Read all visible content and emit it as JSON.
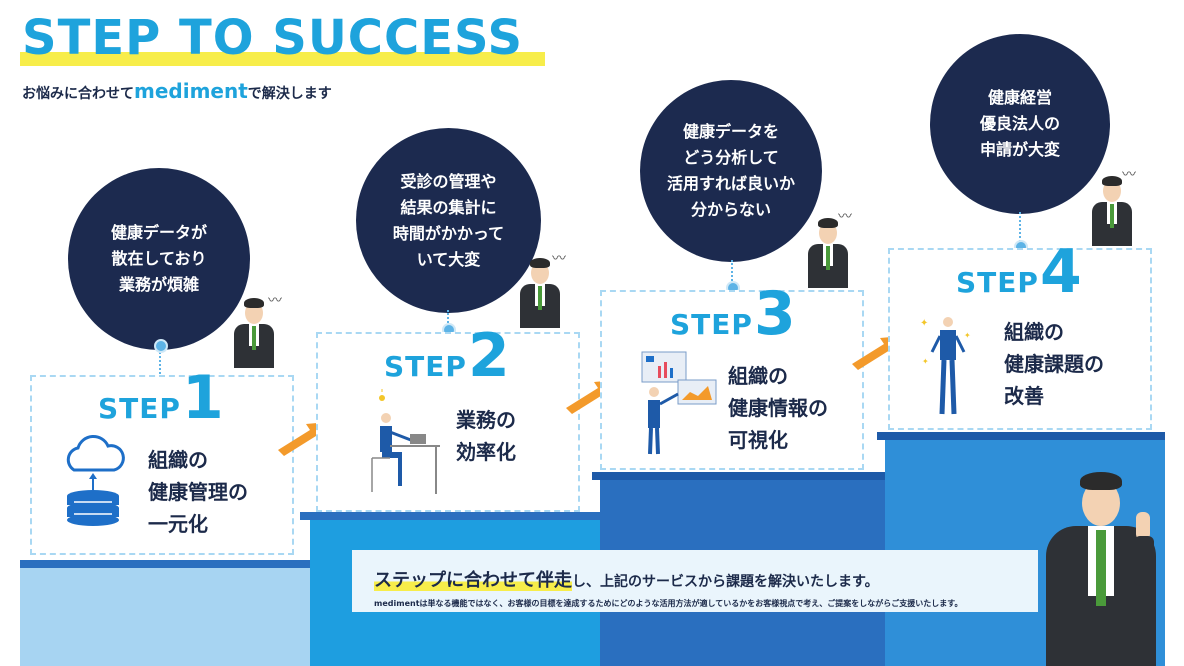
{
  "header": {
    "title": "STEP TO SUCCESS",
    "subtitle_pre": "お悩みに合わせて",
    "brand": "mediment",
    "subtitle_post": "で解決します"
  },
  "steps": [
    {
      "word": "STEP",
      "number": "1",
      "bubble": "健康データが\n散在しており\n業務が煩雑",
      "text": "組織の\n健康管理の\n一元化",
      "icon": "cloud-database-icon"
    },
    {
      "word": "STEP",
      "number": "2",
      "bubble": "受診の管理や\n結果の集計に\n時間がかかって\nいて大変",
      "text": "業務の\n効率化",
      "icon": "desk-worker-icon"
    },
    {
      "word": "STEP",
      "number": "3",
      "bubble": "健康データを\nどう分析して\n活用すれば良いか\n分からない",
      "text": "組織の\n健康情報の\n可視化",
      "icon": "presentation-chart-icon"
    },
    {
      "word": "STEP",
      "number": "4",
      "bubble": "健康経営\n優良法人の\n申請が大変",
      "text": "組織の\n健康課題の\n改善",
      "icon": "success-person-icon"
    }
  ],
  "footer": {
    "tagline_hl": "ステップに合わせて伴走",
    "tagline_rest": "し、上記のサービスから課題を解決いたします。",
    "note": "medimentは単なる機能ではなく、お客様の目標を達成するためにどのような活用方法が適しているかをお客様視点で考え、ご提案をしながらご支援いたします。"
  },
  "colors": {
    "accent": "#1ea3dc",
    "navy": "#1c2a4f",
    "highlight": "#f7ed4a",
    "arrow": "#f39a2b"
  }
}
